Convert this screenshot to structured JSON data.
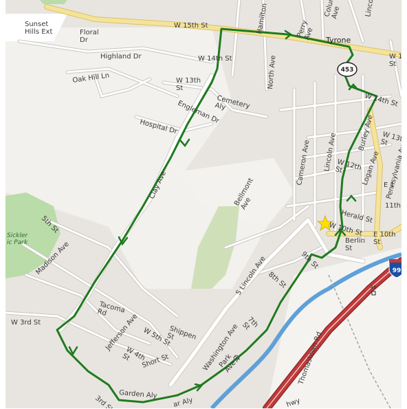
{
  "map": {
    "town": "Tyrone",
    "park": "Sickler\nic Park",
    "colors": {
      "route": "#1f7a1f",
      "highway": "#c23b3b",
      "major_road": "#f5e39a",
      "river": "#5fa0d8",
      "park": "#b9dca8",
      "land": "#e8e5e0",
      "star": "#ffe000"
    },
    "shields": {
      "us_route": "453",
      "interstate": "99",
      "exit": "48"
    },
    "labels": {
      "sunset_hills": "Sunset\nHills Ext",
      "floral_dr": "Floral\nDr",
      "highland_dr": "Highland Dr",
      "oak_hill_ln": "Oak Hill Ln",
      "w15th_st": "W 15th St",
      "w14th_st": "W 14th St",
      "w13th_st": "W 13th\nSt",
      "cemetery_aly": "Cemetery\nAly",
      "engleman_dr": "Engleman Dr",
      "hospital_dr": "Hospital Dr",
      "hamilton": "Hamilton",
      "perry_ave": "Perry\nAve",
      "columbia_ave": "Colum\nAve",
      "lincoln_top": "Lincoln",
      "north_ave": "North Ave",
      "w15th_st_right": "W 15t\nSt",
      "w14th_st_right": "W 14th St",
      "w13th_st_right": "W 13th\nSt",
      "cameron_ave": "Cameron Ave",
      "lincoln_ave": "Lincoln Ave",
      "burley_ave": "Burley Ave",
      "logan_ave": "Logan Ave",
      "pennsylvania_ave": "Pennsylvania Ave",
      "w12th_st": "W 12th\nSt",
      "e1": "E 1",
      "e11th_st": "11th S",
      "herald_st": "Herald St",
      "w10th_st": "W 10th St",
      "e10th_st": "E 10th\nSt",
      "berlin_st": "Berlin\nSt",
      "bellmont_ave": "Bellmont\nAve",
      "clay_ave": "Clay Ave",
      "s5th_st": "5th St",
      "madison_ave": "Madison Ave",
      "s_lincoln_ave": "S Lincoln Ave",
      "n9th_st": "9th St",
      "n8th_st": "8th St",
      "tacoma_rd": "Tacoma\nRd",
      "jefferson_ave": "Jefferson Ave",
      "w5th_st": "W 5th St",
      "w4th_st": "W 4th\nSt",
      "w3rd_st": "W 3rd St",
      "shippen_st": "Shippen\nSt",
      "washington_ave": "Washington Ave",
      "short_st": "Short St",
      "park_ave": "Park\nAve",
      "n7th_st": "7th\nSt",
      "n6th": "6t",
      "thomastown_rd": "Thomastown Rd",
      "garden_aly": "Garden Aly",
      "third_st_bottom": "3rd St",
      "ar_aly": "ar Aly",
      "hwy": "hwy"
    }
  }
}
